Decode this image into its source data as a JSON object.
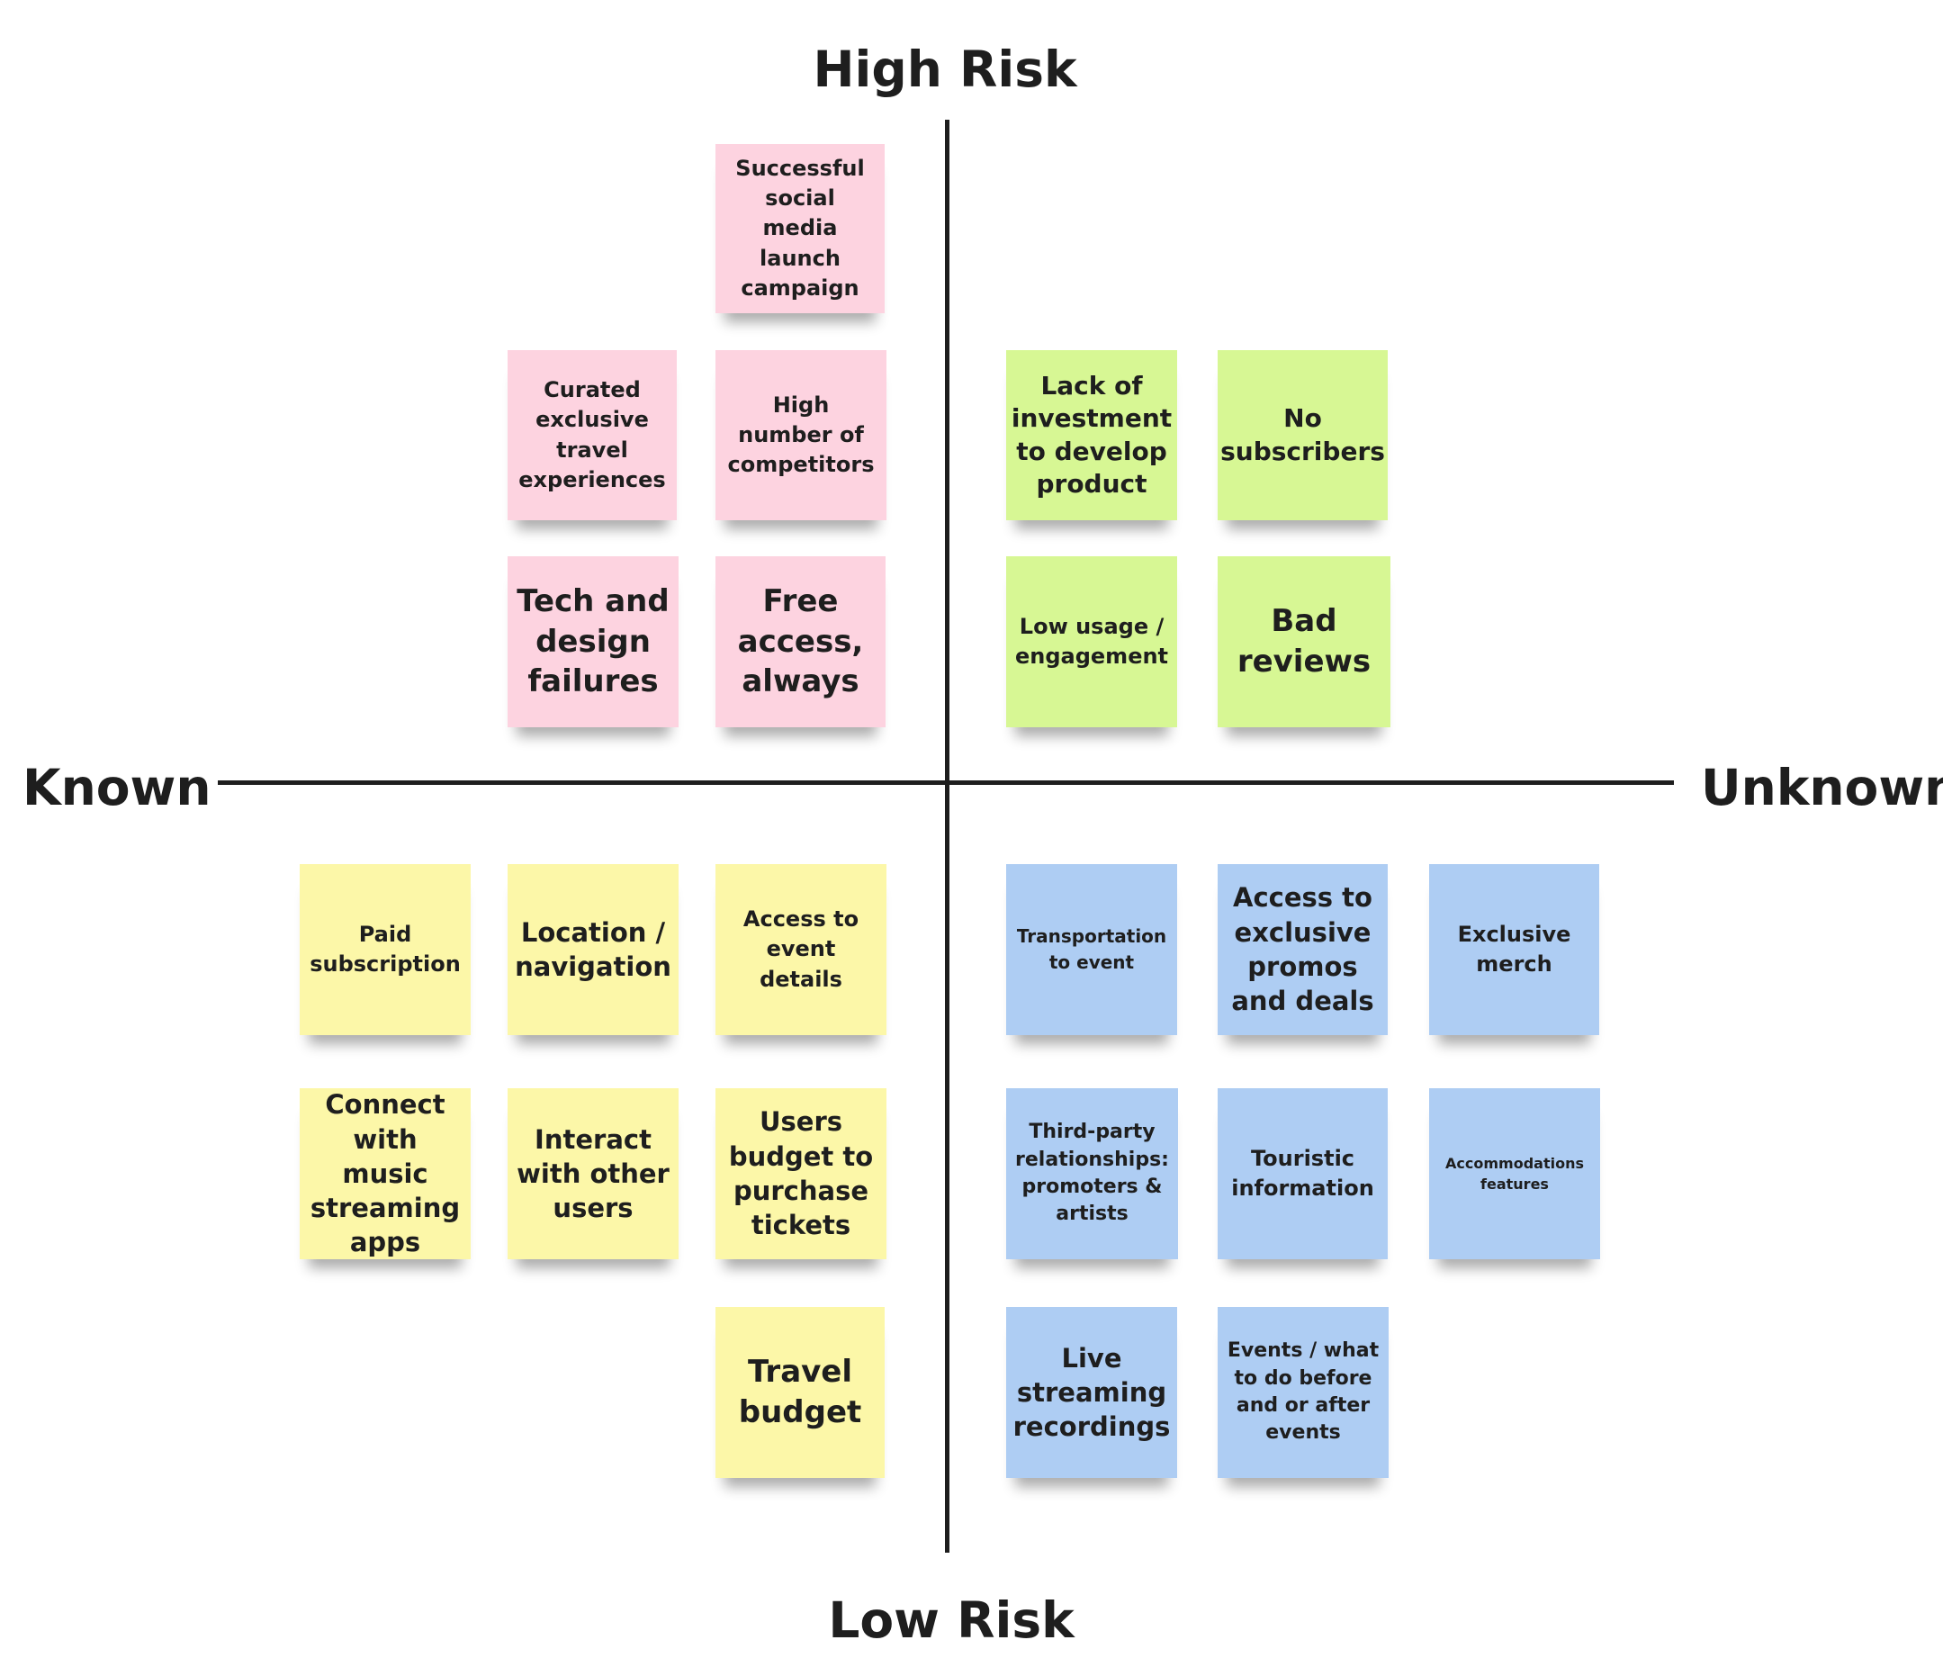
{
  "axes": {
    "top": "High Risk",
    "bottom": "Low Risk",
    "left": "Known",
    "right": "Unknown"
  },
  "colors": {
    "pink": "#fdd3e0",
    "green": "#d7f794",
    "yellow": "#fcf7a8",
    "blue": "#aecdf3",
    "ink": "#1e1e1e"
  },
  "quadrants": {
    "known_high_risk": {
      "color": "pink",
      "notes": [
        "Successful social media launch campaign",
        "Curated exclusive travel experiences",
        "High number of competitors",
        "Tech and design failures",
        "Free access, always"
      ]
    },
    "unknown_high_risk": {
      "color": "green",
      "notes": [
        "Lack of investment to develop product",
        "No subscribers",
        "Low usage / engagement",
        "Bad reviews"
      ]
    },
    "known_low_risk": {
      "color": "yellow",
      "notes": [
        "Paid subscription",
        "Location / navigation",
        "Access to event details",
        "Connect with music streaming apps",
        "Interact with other users",
        "Users budget to purchase tickets",
        "Travel budget"
      ]
    },
    "unknown_low_risk": {
      "color": "blue",
      "notes": [
        "Transportation to event",
        "Access to exclusive promos and deals",
        "Exclusive merch",
        "Third-party relationships: promoters & artists",
        "Touristic information",
        "Accommodations features",
        "Live streaming recordings",
        "Events / what to do before and or after events"
      ]
    }
  }
}
